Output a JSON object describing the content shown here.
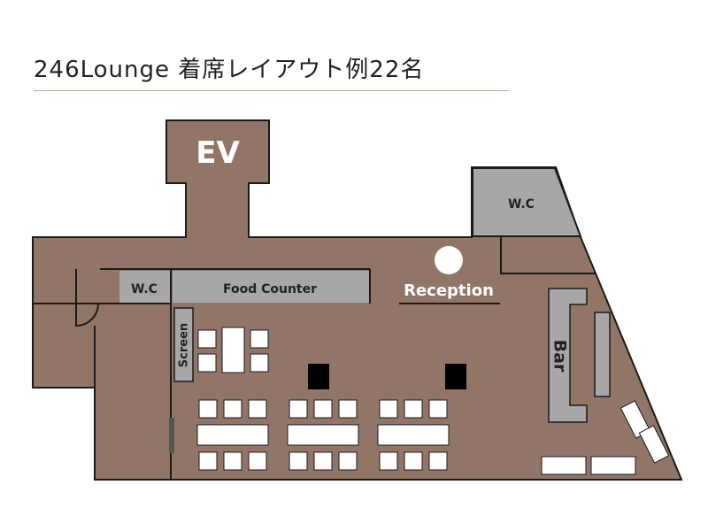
{
  "title": "246Lounge  着席レイアウト例22名",
  "colors": {
    "floor": "#917667",
    "wall": "#1a1a1a",
    "fixture": "#a7a7a7",
    "table": "#ffffff",
    "label_dark": "#222222",
    "label_light": "#ffffff",
    "rule": "#b9a98f"
  },
  "labels": {
    "ev": "EV",
    "wc_top": "W.C",
    "wc_left": "W.C",
    "food_counter": "Food Counter",
    "reception": "Reception",
    "bar": "Bar",
    "screen": "Screen"
  }
}
